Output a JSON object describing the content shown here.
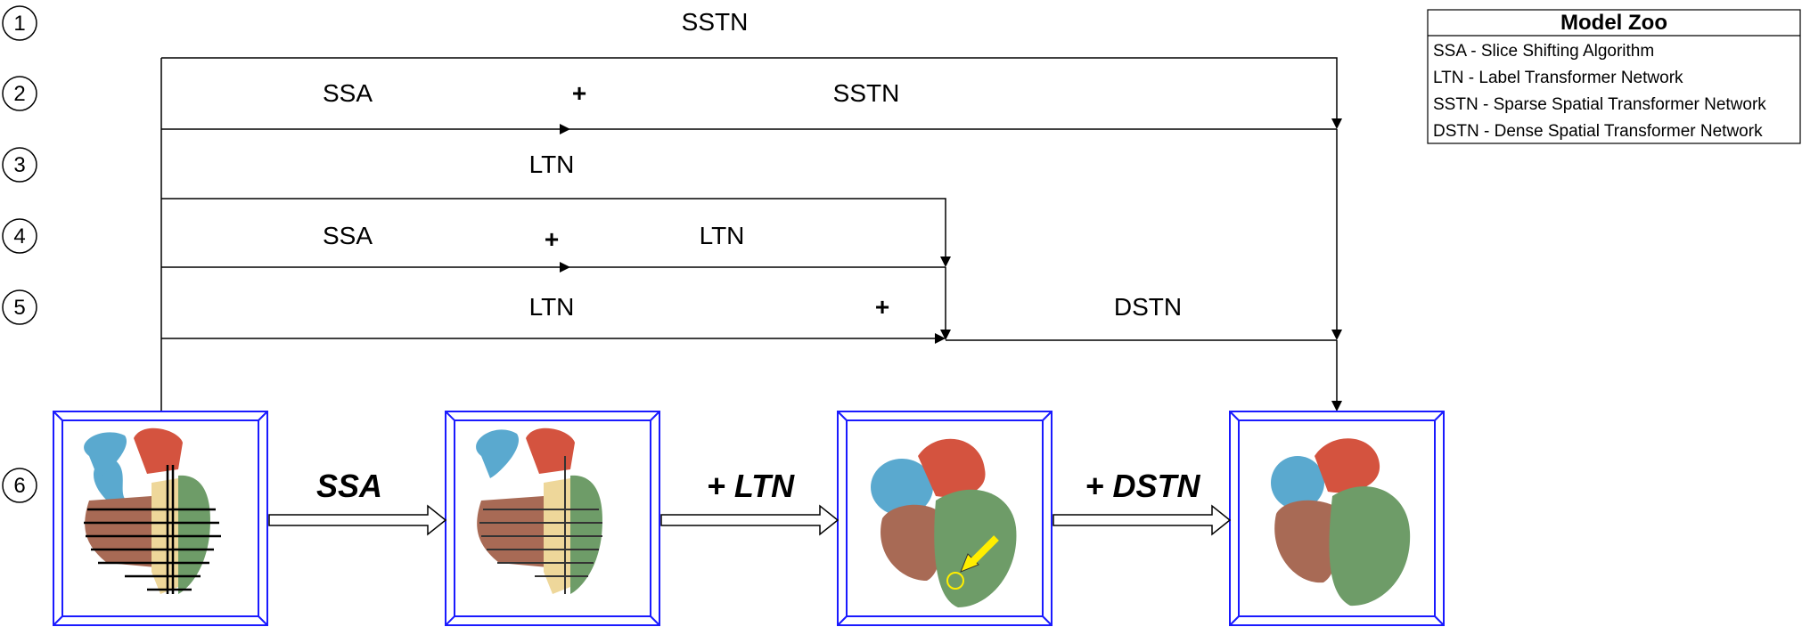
{
  "rows": [
    {
      "number": "1",
      "labels": [
        "SSTN"
      ]
    },
    {
      "number": "2",
      "labels": [
        "SSA",
        "+",
        "SSTN"
      ]
    },
    {
      "number": "3",
      "labels": [
        "LTN"
      ]
    },
    {
      "number": "4",
      "labels": [
        "SSA",
        "+",
        "LTN"
      ]
    },
    {
      "number": "5",
      "labels": [
        "LTN",
        "+",
        "DSTN"
      ]
    },
    {
      "number": "6",
      "labels": []
    }
  ],
  "pipeline": {
    "arrow_labels": [
      "SSA",
      "+ LTN",
      "+ DSTN"
    ],
    "panels": [
      "heart-sparse-slices",
      "heart-shifted-slices",
      "heart-ltn-output",
      "heart-final-mesh"
    ]
  },
  "legend": {
    "title": "Model Zoo",
    "items": [
      {
        "abbr": "SSA",
        "desc": "Slice Shifting Algorithm"
      },
      {
        "abbr": "LTN",
        "desc": "Label Transformer Network"
      },
      {
        "abbr": "SSTN",
        "desc": "Sparse Spatial Transformer Network"
      },
      {
        "abbr": "DSTN",
        "desc": "Dense Spatial Transformer Network"
      }
    ]
  },
  "colors": {
    "frame": "#1a1aff",
    "blue_chamber": "#5aa9cf",
    "red_chamber": "#d4533f",
    "brown_chamber": "#a86a55",
    "green_chamber": "#6e9c68",
    "yellow_part": "#eed79a",
    "highlight_arrow": "#ffee00"
  }
}
